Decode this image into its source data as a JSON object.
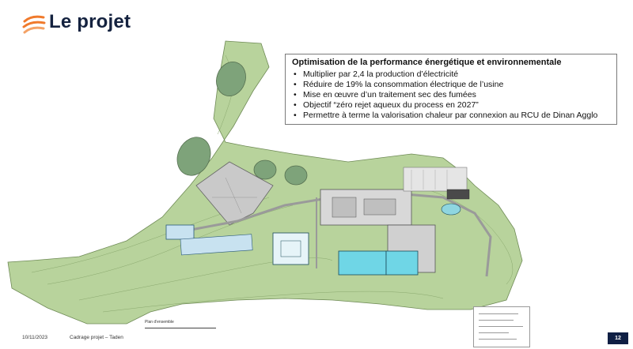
{
  "header": {
    "title": "Le projet"
  },
  "infobox": {
    "heading": "Optimisation de la performance énergétique et environnementale",
    "items": [
      "Multiplier par 2,4 la production d’électricité",
      "Réduire de 19% la consommation électrique de l’usine",
      "Mise en œuvre d’un traitement sec des fumées",
      "Objectif “zéro rejet aqueux du process en 2027”",
      "Permettre à terme la valorisation chaleur par connexion au RCU de Dinan Agglo"
    ]
  },
  "plan": {
    "legend_label": "Plan d'ensemble"
  },
  "footer": {
    "date": "10/11/2023",
    "document": "Cadrage projet – Taden",
    "page_number": "12"
  },
  "colors": {
    "brand_navy": "#14223f",
    "brand_orange": "#f07a2c",
    "vegetation": "#b8d39c",
    "building_grey": "#c9c9c9",
    "process_cyan": "#6fd6e6",
    "water_basin": "#7ea37a"
  },
  "icons": {
    "logo": "orange-stripes-logo",
    "scale": "north-arrow-icon"
  }
}
